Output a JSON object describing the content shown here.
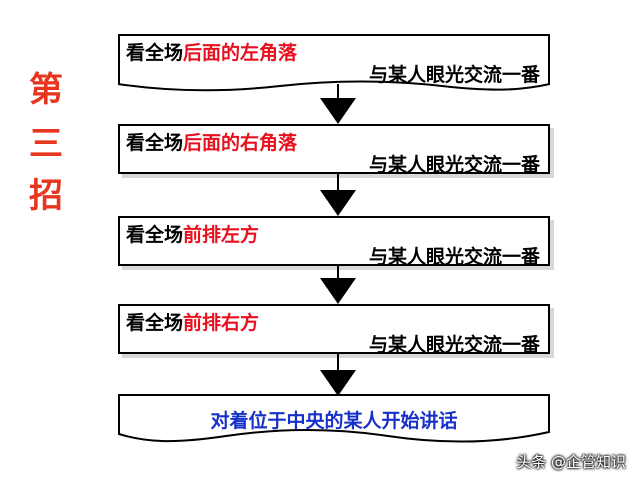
{
  "side_title": [
    "第",
    "三",
    "招"
  ],
  "steps": [
    {
      "prefix": "看全场",
      "highlight": "后面的左角落",
      "line2": "与某人眼光交流一番"
    },
    {
      "prefix": "看全场",
      "highlight": "后面的右角落",
      "line2": "与某人眼光交流一番"
    },
    {
      "prefix": "看全场",
      "highlight": "前排左方",
      "line2": "与某人眼光交流一番"
    },
    {
      "prefix": "看全场",
      "highlight": "前排右方",
      "line2": "与某人眼光交流一番"
    }
  ],
  "final_step": "对着位于中央的某人开始讲话",
  "watermark": "头条 @企管知识",
  "colors": {
    "title": "#e8351e",
    "highlight": "#e8101e",
    "final_text": "#1630c8"
  }
}
